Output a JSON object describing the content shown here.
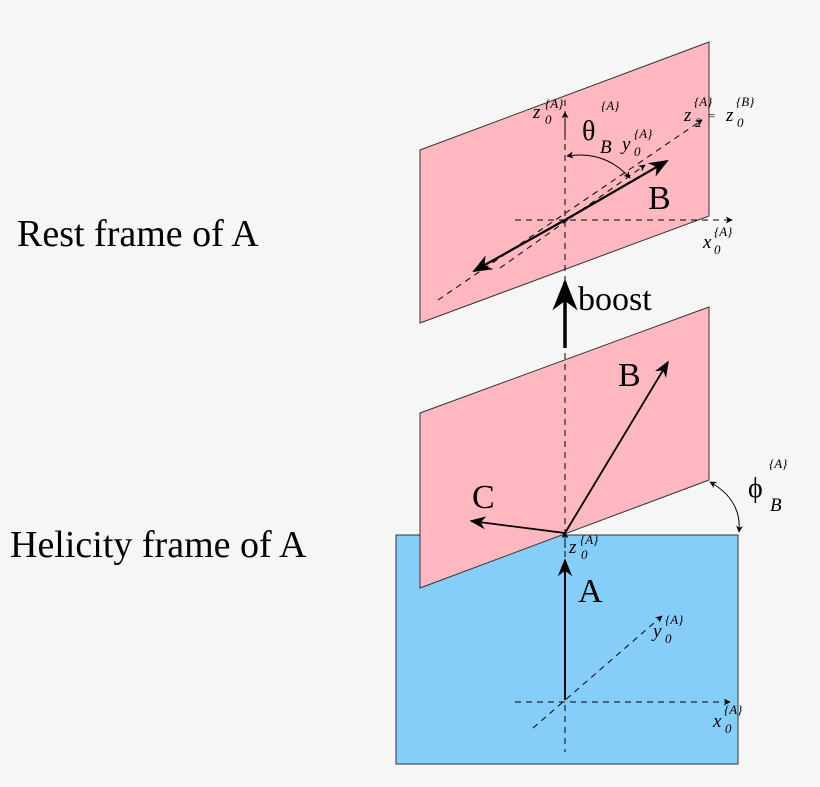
{
  "labels": {
    "rest_frame": "Rest frame of A",
    "helicity_frame": "Helicity frame of A",
    "boost": "boost",
    "A": "A",
    "B_top": "B",
    "B_middle": "B",
    "C": "C"
  },
  "axis_labels": {
    "z0": "z",
    "y0": "y",
    "x0": "x",
    "z2": "z",
    "z0B": "z",
    "sub0": "0",
    "sub2": "2",
    "supA": "{A}",
    "supB": "{B}",
    "equals": "="
  },
  "angles": {
    "theta": "θ",
    "theta_sub": "B",
    "theta_sup": "{A}",
    "phi": "ϕ",
    "phi_sub": "B",
    "phi_sup": "{A}"
  },
  "colors": {
    "background": "#f6f6f6",
    "pink_plane": "#ffb8bf",
    "blue_plane": "#86cefa",
    "line": "#000000"
  }
}
